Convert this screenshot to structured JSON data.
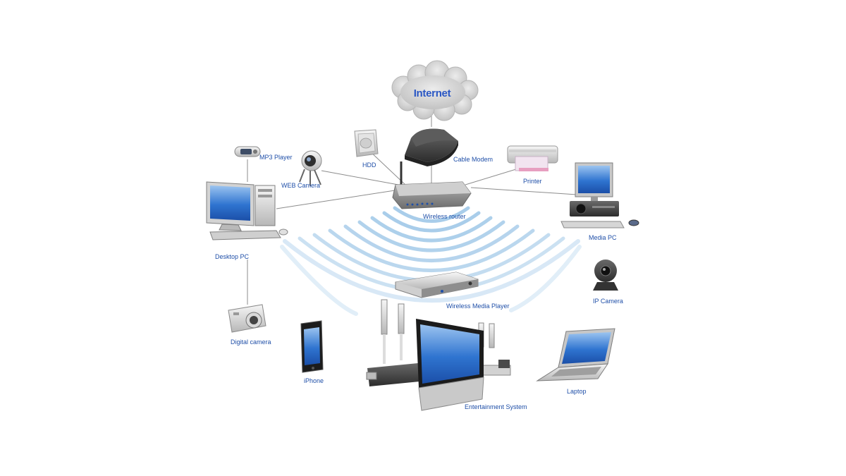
{
  "cloud": {
    "label": "Internet"
  },
  "devices": {
    "cable_modem": "Cable Modem",
    "hdd": "HDD",
    "printer": "Printer",
    "mp3_player": "MP3 Player",
    "web_camera": "WEB Camera",
    "wireless_router": "Wireless router",
    "media_pc": "Media PC",
    "desktop_pc": "Desktop PC",
    "ip_camera": "IP Camera",
    "wireless_media_player": "Wireless Media Player",
    "digital_camera": "Digital camera",
    "iphone": "iPhone",
    "laptop": "Laptop",
    "entertainment_system": "Entertainment System"
  },
  "colors": {
    "label_text": "#1f4fa8",
    "internet_text": "#2a57c4",
    "wireless_waves": "#a9cdea",
    "connection_lines": "#8c8c8c",
    "screen_blue": "#2a6fd0"
  }
}
